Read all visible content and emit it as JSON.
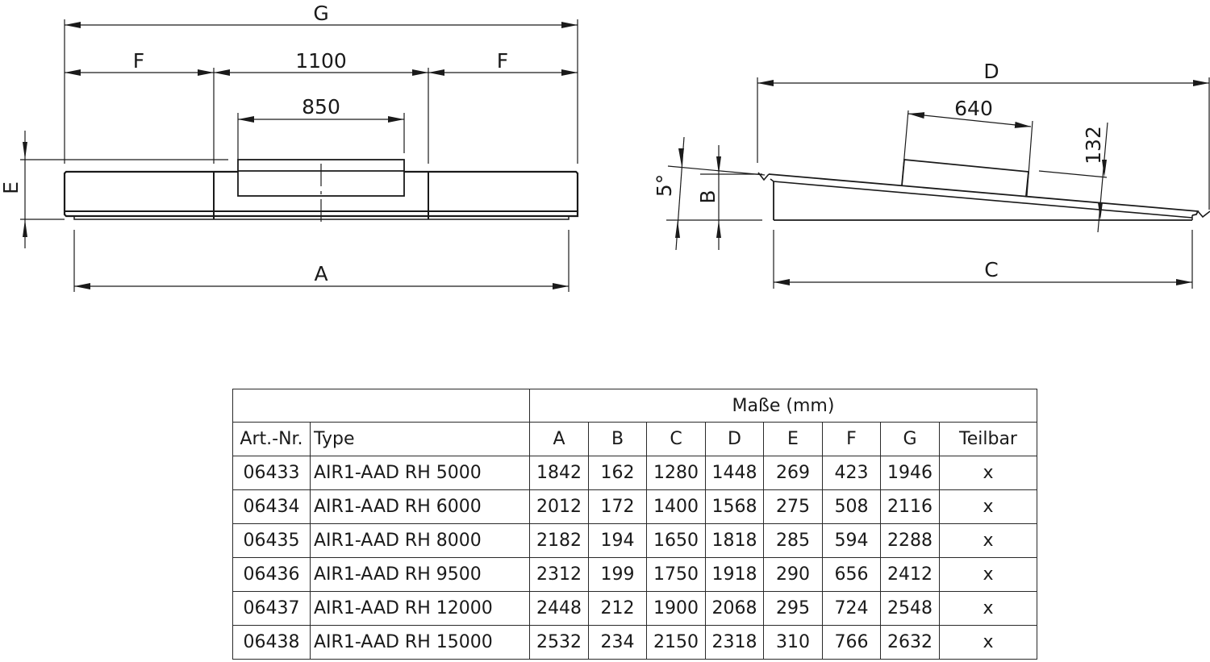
{
  "drawing": {
    "top_view": {
      "labels": {
        "overall_width": "G",
        "side_left": "F",
        "center_width": "1100",
        "side_right": "F",
        "cover_width": "850",
        "height": "E",
        "base_length": "A"
      }
    },
    "side_view": {
      "labels": {
        "overall_length": "D",
        "plate_length": "640",
        "plate_height": "132",
        "angle": "5°",
        "height": "B",
        "base_length": "C"
      }
    }
  },
  "table": {
    "group_header": "Maße (mm)",
    "columns": [
      "Art.-Nr.",
      "Type",
      "A",
      "B",
      "C",
      "D",
      "E",
      "F",
      "G",
      "Teilbar"
    ],
    "rows": [
      [
        "06433",
        "AIR1-AAD RH 5000",
        "1842",
        "162",
        "1280",
        "1448",
        "269",
        "423",
        "1946",
        "x"
      ],
      [
        "06434",
        "AIR1-AAD RH 6000",
        "2012",
        "172",
        "1400",
        "1568",
        "275",
        "508",
        "2116",
        "x"
      ],
      [
        "06435",
        "AIR1-AAD RH 8000",
        "2182",
        "194",
        "1650",
        "1818",
        "285",
        "594",
        "2288",
        "x"
      ],
      [
        "06436",
        "AIR1-AAD RH 9500",
        "2312",
        "199",
        "1750",
        "1918",
        "290",
        "656",
        "2412",
        "x"
      ],
      [
        "06437",
        "AIR1-AAD RH 12000",
        "2448",
        "212",
        "1900",
        "2068",
        "295",
        "724",
        "2548",
        "x"
      ],
      [
        "06438",
        "AIR1-AAD RH 15000",
        "2532",
        "234",
        "2150",
        "2318",
        "310",
        "766",
        "2632",
        "x"
      ]
    ]
  }
}
